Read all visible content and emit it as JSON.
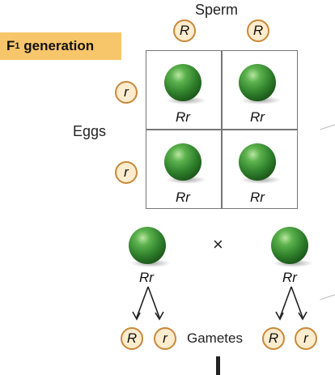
{
  "banner": {
    "main": "F",
    "sub": "1",
    "rest": " generation"
  },
  "sperm_label": "Sperm",
  "eggs_label": "Eggs",
  "gametes_label": "Gametes",
  "cross_symbol": "×",
  "sperm_alleles": [
    "R",
    "R"
  ],
  "egg_alleles": [
    "r",
    "r"
  ],
  "punnett_cells": [
    "Rr",
    "Rr",
    "Rr",
    "Rr"
  ],
  "parents": [
    {
      "genotype": "Rr",
      "gametes": [
        "R",
        "r"
      ]
    },
    {
      "genotype": "Rr",
      "gametes": [
        "R",
        "r"
      ]
    }
  ],
  "colors": {
    "banner": "#f8c66a",
    "allele_border": "#c8893a",
    "allele_fill": "#fdeccd",
    "pea_green": "#3f9a3a",
    "grid_line": "#777777"
  },
  "icons": {
    "pea": "green-pea-icon",
    "arrow": "split-arrow-icon"
  }
}
